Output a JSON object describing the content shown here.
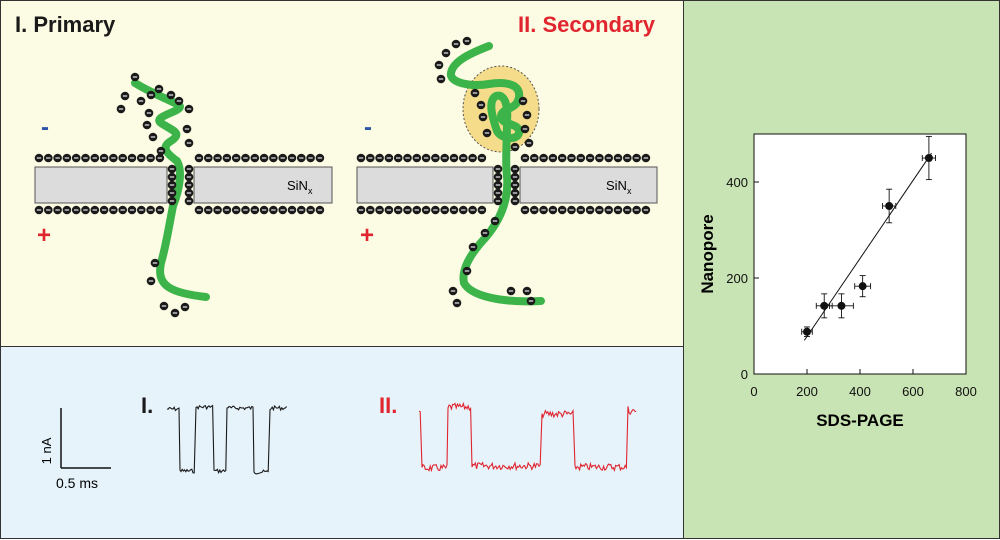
{
  "top": {
    "primary_title": "I. Primary",
    "secondary_title": "II. Secondary",
    "minus_sign": "-",
    "plus_sign": "+",
    "membrane_label": "SiN",
    "membrane_subscript": "x"
  },
  "bottom": {
    "trace_primary_label": "I.",
    "trace_secondary_label": "II.",
    "scale_current": "1 nA",
    "scale_time": "0.5 ms"
  },
  "colors": {
    "protein": "#3cb44a",
    "primary_text": "#1a1a1a",
    "secondary_text": "#e0252f",
    "minus": "#2d55a8",
    "plus": "#e0252f",
    "trace_primary": "#1a1a1a",
    "trace_secondary": "#e0252f",
    "fold_highlight": "#f5dc8a"
  },
  "chart_data": {
    "type": "scatter",
    "xlabel": "SDS-PAGE",
    "ylabel": "Nanopore",
    "xlim": [
      0,
      800
    ],
    "ylim": [
      0,
      500
    ],
    "x_ticks": [
      0,
      200,
      400,
      600,
      800
    ],
    "y_ticks": [
      0,
      200,
      400
    ],
    "points": [
      {
        "x": 200,
        "y": 88,
        "xerr": 20,
        "yerr": 10
      },
      {
        "x": 265,
        "y": 142,
        "xerr": 30,
        "yerr": 25
      },
      {
        "x": 330,
        "y": 142,
        "xerr": 45,
        "yerr": 25
      },
      {
        "x": 410,
        "y": 183,
        "xerr": 30,
        "yerr": 22
      },
      {
        "x": 510,
        "y": 350,
        "xerr": 25,
        "yerr": 35
      },
      {
        "x": 660,
        "y": 450,
        "xerr": 25,
        "yerr": 45
      }
    ],
    "fit_line": [
      [
        190,
        70
      ],
      [
        670,
        460
      ]
    ]
  }
}
